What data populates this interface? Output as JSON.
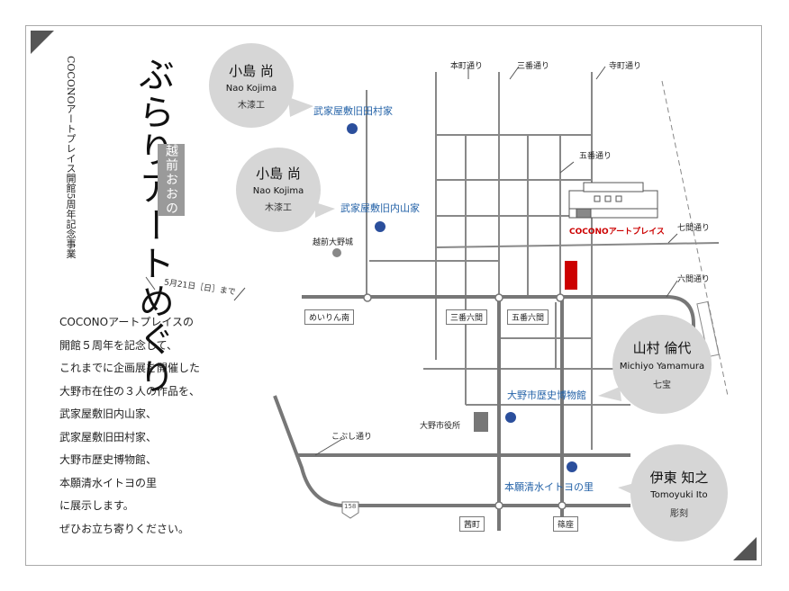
{
  "title": "ぶらりアートめぐり",
  "stamp": "越前おおの",
  "subtitle": "COCONOアートプレイス開館5周年記念事業",
  "date": "5月21日［日］まで",
  "description": [
    "COCONOアートプレイスの",
    "開館５周年を記念して、",
    "これまでに企画展を開催した",
    "大野市在住の３人の作品を、",
    "武家屋敷旧内山家、",
    "武家屋敷旧田村家、",
    "大野市歴史博物館、",
    "本願清水イトヨの里",
    "に展示します。",
    "ぜひお立ち寄りください。"
  ],
  "artists": [
    {
      "jp": "小島 尚",
      "en": "Nao Kojima",
      "craft": "木漆工"
    },
    {
      "jp": "小島 尚",
      "en": "Nao Kojima",
      "craft": "木漆工"
    },
    {
      "jp": "山村 倫代",
      "en": "Michiyo Yamamura",
      "craft": "七宝"
    },
    {
      "jp": "伊東 知之",
      "en": "Tomoyuki Ito",
      "craft": "彫刻"
    }
  ],
  "streets": {
    "honmachi": "本町通り",
    "sanban": "三番通り",
    "tera": "寺町通り",
    "goban": "五番通り",
    "nanaken": "七間通り",
    "rokken": "六間通り",
    "kobushi": "こぶし通り"
  },
  "places": {
    "tamura": "武家屋敷旧田村家",
    "uchiyama": "武家屋敷旧内山家",
    "museum": "大野市歴史博物館",
    "itoyo": "本願清水イトヨの里",
    "castle": "越前大野城",
    "cityhall": "大野市役所",
    "coconoLabel": "COCONOアートプレイス"
  },
  "intersections": {
    "meirin": "めいりん南",
    "sanban6": "三番六間",
    "goban6": "五番六間",
    "akane": "茜町",
    "shinoza": "篠座"
  },
  "route": "158",
  "colors": {
    "place": "#2563a8",
    "dot": "#2b4f9c",
    "road": "#777777",
    "accent": "#cc0000",
    "bubble": "#d6d6d6"
  }
}
